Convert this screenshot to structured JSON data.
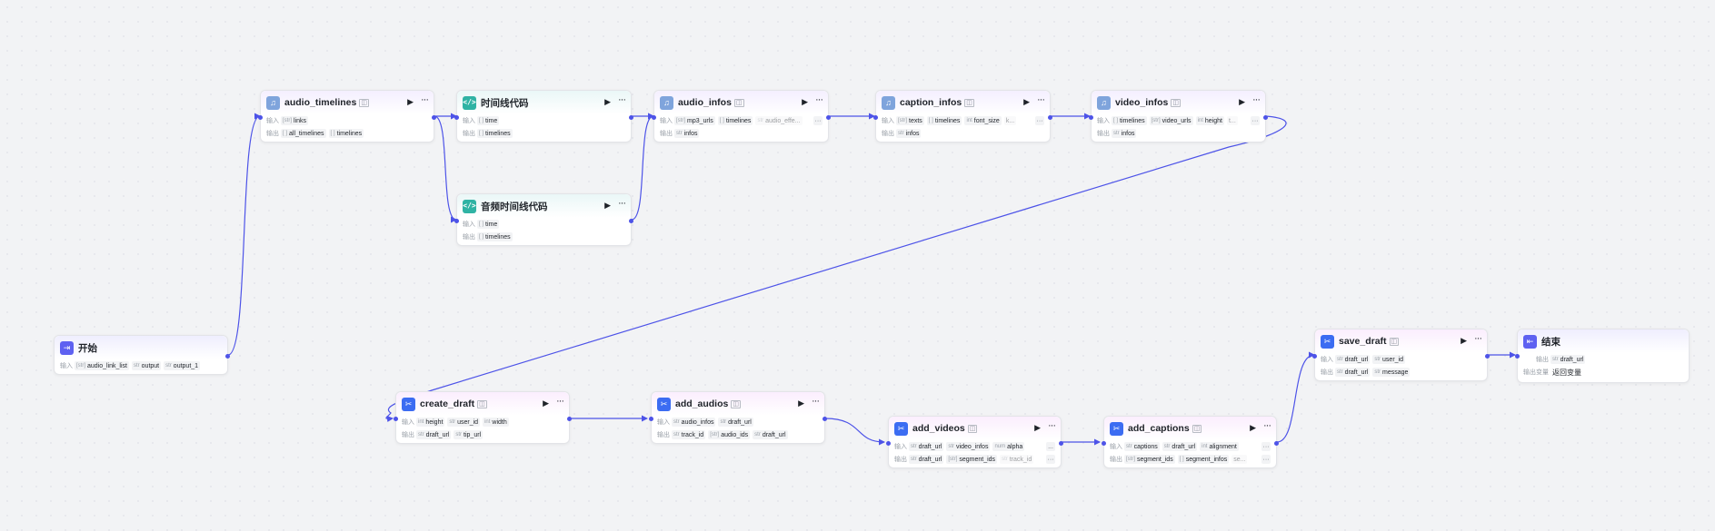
{
  "colors": {
    "edge": "#4d53e8",
    "canvas": "#f2f3f5"
  },
  "labels": {
    "input": "输入",
    "output": "输出",
    "output_var": "输出变量",
    "more": "···",
    "run": "▶"
  },
  "nodes": {
    "start": {
      "title": "开始",
      "inputs": [
        "audio_link_list",
        "output",
        "output_1"
      ]
    },
    "audio_timelines": {
      "title": "audio_timelines",
      "inputs": [
        "links"
      ],
      "outputs": [
        "all_timelines",
        "timelines"
      ]
    },
    "code1": {
      "title": "时间线代码",
      "inputs": [
        "time"
      ],
      "outputs": [
        "timelines"
      ]
    },
    "code2": {
      "title": "音频时间线代码",
      "inputs": [
        "time"
      ],
      "outputs": [
        "timelines"
      ]
    },
    "audio_infos": {
      "title": "audio_infos",
      "inputs": [
        "mp3_urls",
        "timelines",
        "audio_effe..."
      ],
      "outputs": [
        "infos"
      ]
    },
    "caption_infos": {
      "title": "caption_infos",
      "inputs": [
        "texts",
        "timelines",
        "font_size",
        "k..."
      ],
      "outputs": [
        "infos"
      ]
    },
    "video_infos": {
      "title": "video_infos",
      "inputs": [
        "timelines",
        "video_urls",
        "height",
        "t..."
      ],
      "outputs": [
        "infos"
      ]
    },
    "create_draft": {
      "title": "create_draft",
      "inputs": [
        "height",
        "user_id",
        "width"
      ],
      "outputs": [
        "draft_url",
        "tip_url"
      ]
    },
    "add_audios": {
      "title": "add_audios",
      "inputs": [
        "audio_infos",
        "draft_url"
      ],
      "outputs": [
        "track_id",
        "audio_ids",
        "draft_url"
      ]
    },
    "add_videos": {
      "title": "add_videos",
      "inputs": [
        "draft_url",
        "video_infos",
        "alpha",
        "..."
      ],
      "outputs": [
        "draft_url",
        "segment_ids",
        "track_id"
      ]
    },
    "add_captions": {
      "title": "add_captions",
      "inputs": [
        "captions",
        "draft_url",
        "alignment"
      ],
      "outputs": [
        "segment_ids",
        "segment_infos",
        "se..."
      ]
    },
    "save_draft": {
      "title": "save_draft",
      "inputs": [
        "draft_url",
        "user_id"
      ],
      "outputs": [
        "draft_url",
        "message"
      ]
    },
    "end": {
      "title": "结束",
      "outputs": [
        "draft_url"
      ],
      "output_var_value": "返回变量"
    }
  }
}
